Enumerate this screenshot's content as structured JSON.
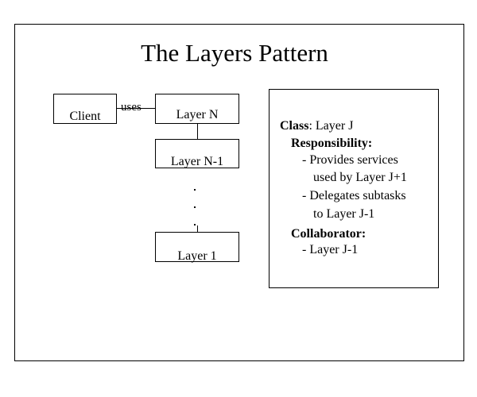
{
  "slide": {
    "title": "The Layers Pattern"
  },
  "diagram": {
    "client_label": "Client",
    "uses_label": "uses",
    "layer_n_label": "Layer N",
    "layer_n_minus_1_label": "Layer N-1",
    "layer_1_label": "Layer 1"
  },
  "class_card": {
    "class_key": "Class",
    "class_value": ":  Layer J",
    "responsibility_heading": "Responsibility:",
    "responsibilities": [
      "- Provides services",
      "used by Layer J+1",
      "- Delegates subtasks",
      "to Layer J-1"
    ],
    "collaborator_heading": "Collaborator:",
    "collaborators": [
      "- Layer J-1"
    ]
  }
}
